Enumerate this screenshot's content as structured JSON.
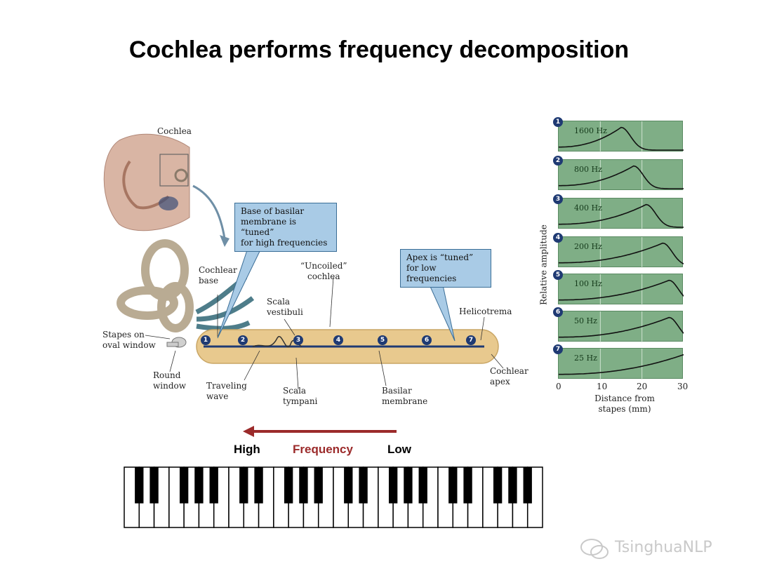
{
  "title": "Cochlea performs frequency decomposition",
  "anatomy": {
    "cochlea_label": "Cochlea",
    "cochlear_base": "Cochlear\nbase",
    "stapes": "Stapes on\noval window",
    "round_window": "Round\nwindow",
    "traveling_wave": "Traveling\nwave",
    "scala_vestibuli": "Scala\nvestibuli",
    "scala_tympani": "Scala\ntympani",
    "uncoiled": "“Uncoiled”\ncochlea",
    "basilar_membrane": "Basilar\nmembrane",
    "helicotrema": "Helicotrema",
    "cochlear_apex": "Cochlear\napex",
    "callout_base": "Base of basilar\nmembrane is “tuned”\nfor high frequencies",
    "callout_apex": "Apex is “tuned”\nfor low frequencies",
    "positions": [
      "1",
      "2",
      "3",
      "4",
      "5",
      "6",
      "7"
    ]
  },
  "chart_data": {
    "type": "line",
    "ylabel": "Relative amplitude",
    "xlabel": "Distance from\nstapes (mm)",
    "xlim": [
      0,
      30
    ],
    "xticks": [
      "0",
      "10",
      "20",
      "30"
    ],
    "series": [
      {
        "name": "1600 Hz",
        "index": "1",
        "peak_mm": 15
      },
      {
        "name": "800 Hz",
        "index": "2",
        "peak_mm": 18
      },
      {
        "name": "400 Hz",
        "index": "3",
        "peak_mm": 21
      },
      {
        "name": "200 Hz",
        "index": "4",
        "peak_mm": 25
      },
      {
        "name": "100 Hz",
        "index": "5",
        "peak_mm": 26.5
      },
      {
        "name": "50 Hz",
        "index": "6",
        "peak_mm": 26.5
      },
      {
        "name": "25 Hz",
        "index": "7",
        "peak_mm": 30
      }
    ]
  },
  "frequency": {
    "high": "High",
    "label": "Frequency",
    "low": "Low"
  },
  "colors": {
    "arrow": "#9b2a2a",
    "plot_bg": "#7fae86",
    "callout_bg": "#a9cbe6",
    "badge": "#1f3a73",
    "cochlea_tube": "#e8c98e"
  },
  "piano": {
    "white_keys": 28
  },
  "watermark": "TsinghuaNLP"
}
